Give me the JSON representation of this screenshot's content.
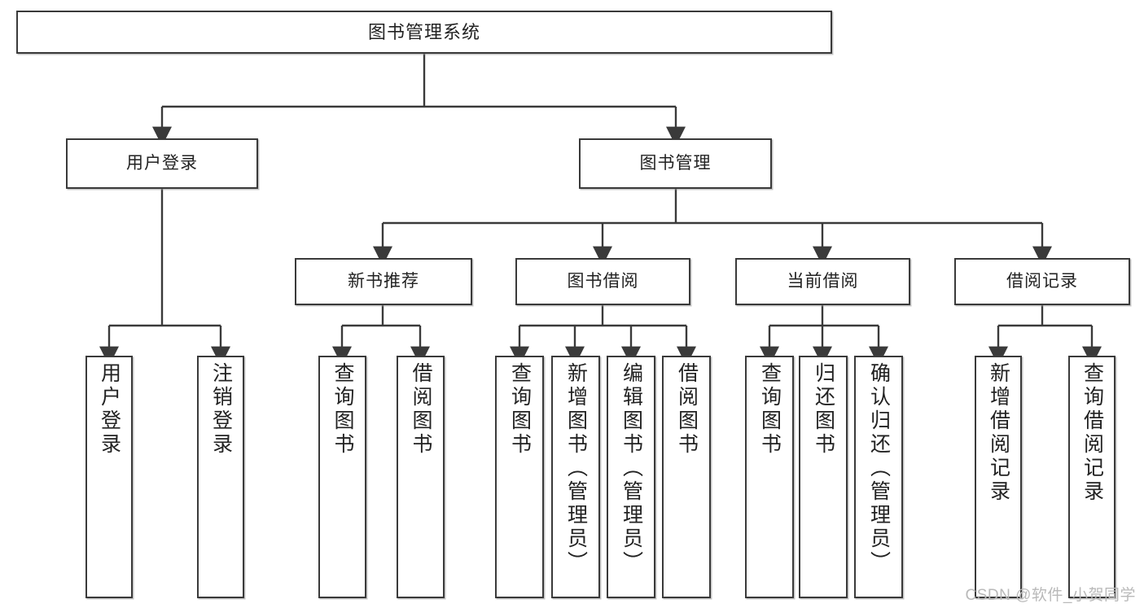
{
  "diagram": {
    "title": "图书管理系统",
    "type": "tree-structure-chart",
    "nodes": {
      "root": {
        "label": "图书管理系统"
      },
      "level2": [
        {
          "id": "user-login",
          "label": "用户登录"
        },
        {
          "id": "book-manage",
          "label": "图书管理"
        }
      ],
      "level3": [
        {
          "id": "new-book-recommend",
          "label": "新书推荐"
        },
        {
          "id": "book-borrow",
          "label": "图书借阅"
        },
        {
          "id": "current-borrow",
          "label": "当前借阅"
        },
        {
          "id": "borrow-record",
          "label": "借阅记录"
        }
      ],
      "leaves": {
        "user_login": [
          {
            "id": "leaf-user-login",
            "label": "用户登录"
          },
          {
            "id": "leaf-logout-login",
            "label": "注销登录"
          }
        ],
        "new_book_recommend": [
          {
            "id": "leaf-query-book-1",
            "label": "查询图书"
          },
          {
            "id": "leaf-borrow-book-1",
            "label": "借阅图书"
          }
        ],
        "book_borrow": [
          {
            "id": "leaf-query-book-2",
            "label": "查询图书"
          },
          {
            "id": "leaf-add-book",
            "label": "新增图书（管理员）"
          },
          {
            "id": "leaf-edit-book",
            "label": "编辑图书（管理员）"
          },
          {
            "id": "leaf-borrow-book-2",
            "label": "借阅图书"
          }
        ],
        "current_borrow": [
          {
            "id": "leaf-query-book-3",
            "label": "查询图书"
          },
          {
            "id": "leaf-return-book",
            "label": "归还图书"
          },
          {
            "id": "leaf-confirm-return",
            "label": "确认归还（管理员）"
          }
        ],
        "borrow_record": [
          {
            "id": "leaf-add-record",
            "label": "新增借阅记录"
          },
          {
            "id": "leaf-query-record",
            "label": "查询借阅记录"
          }
        ]
      }
    },
    "watermark": "CSDN @软件_小贺同学",
    "colors": {
      "box_border": "#3a3a3a",
      "box_fill": "#ffffff",
      "text": "#222222",
      "connector": "#3a3a3a",
      "watermark": "#b9b9b9",
      "background": "#ffffff"
    }
  }
}
